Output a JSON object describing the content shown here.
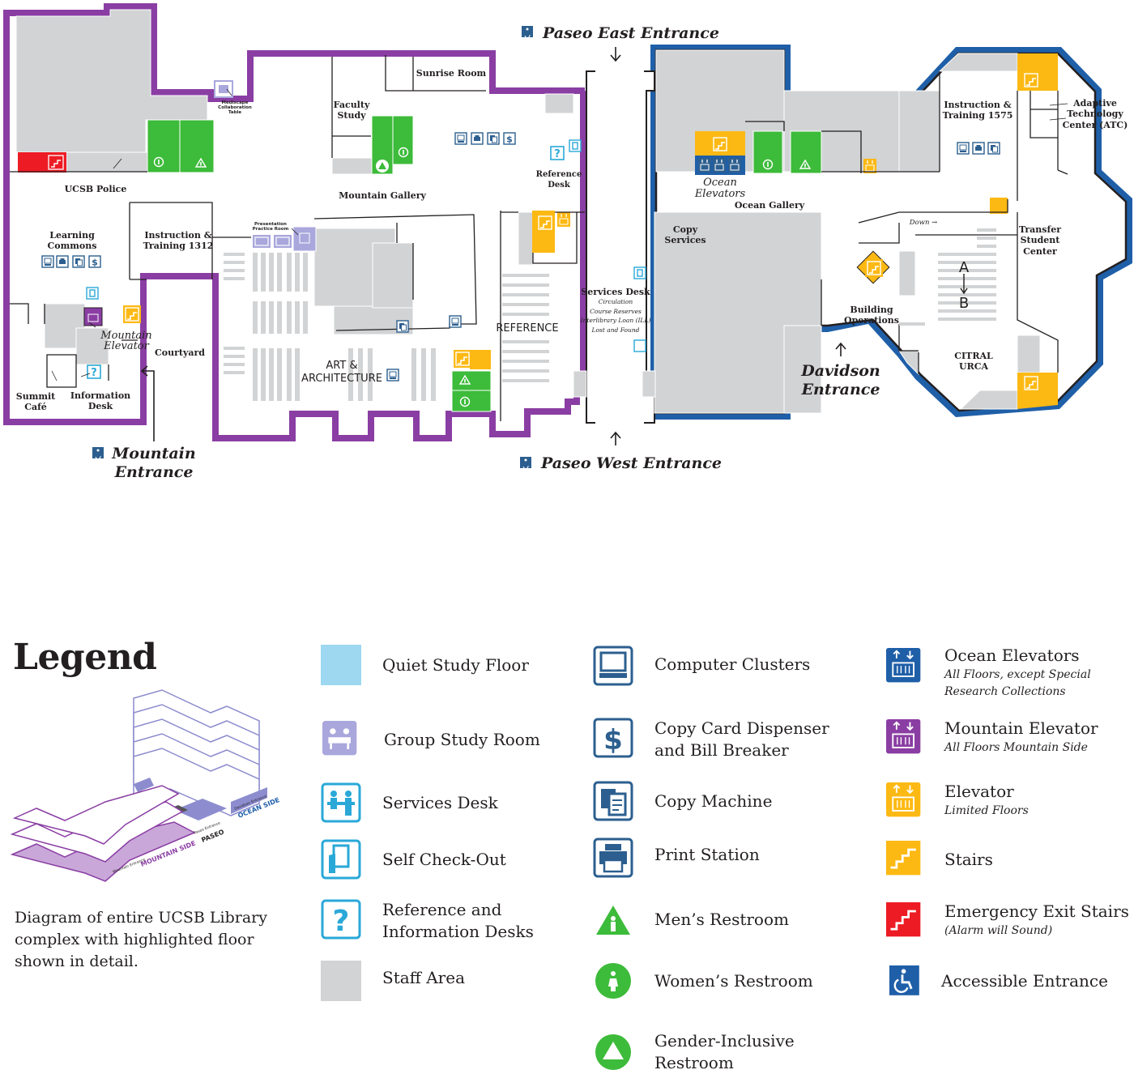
{
  "map": {
    "entrances": {
      "paseo_east": "Paseo East Entrance",
      "paseo_west": "Paseo West Entrance",
      "mountain": [
        "Mountain",
        "Entrance"
      ],
      "davidson": [
        "Davidson",
        "Entrance"
      ]
    },
    "rooms": {
      "ucsb_police": "UCSB Police",
      "learning_commons": [
        "Learning",
        "Commons"
      ],
      "instruction_1312": [
        "Instruction &",
        "Training 1312"
      ],
      "mountain_elevator": [
        "Mountain",
        "Elevator"
      ],
      "courtyard": "Courtyard",
      "summit_cafe": [
        "Summit",
        "Café"
      ],
      "information_desk": [
        "Information",
        "Desk"
      ],
      "mediscape": [
        "Mediscape",
        "Collaboration",
        "Table"
      ],
      "faculty_study": [
        "Faculty",
        "Study"
      ],
      "sunrise_room": "Sunrise Room",
      "mountain_gallery": "Mountain Gallery",
      "presentation_room": [
        "Presentation",
        "Practice Room"
      ],
      "art_architecture": [
        "ART &",
        "ARCHITECTURE"
      ],
      "reference_desk": [
        "Reference",
        "Desk"
      ],
      "reference": "REFERENCE",
      "services_desk": "Services Desk",
      "services_list": [
        "Circulation",
        "Course Reserves",
        "Interlibrary Loan (ILL)",
        "Lost and Found"
      ],
      "ocean_elevators": [
        "Ocean",
        "Elevators"
      ],
      "ocean_gallery": "Ocean Gallery",
      "copy_services": [
        "Copy",
        "Services"
      ],
      "instruction_1575": [
        "Instruction &",
        "Training 1575"
      ],
      "adaptive_tech": [
        "Adaptive",
        "Technology",
        "Center (ATC)"
      ],
      "down": "Down →",
      "building_operations": [
        "Building",
        "Operations"
      ],
      "transfer_center": [
        "Transfer",
        "Student",
        "Center"
      ],
      "stair_a": "A",
      "stair_b": "B",
      "citral": [
        "CITRAL",
        "URCA"
      ]
    }
  },
  "legend": {
    "title": "Legend",
    "description": "Diagram of entire UCSB Library complex with highlighted floor shown in detail.",
    "diagram_labels": {
      "mountain_side": "MOUNTAIN SIDE",
      "ocean_side": "OCEAN SIDE",
      "paseo": "PASEO",
      "mountain_entrance": "Mountain Entrance",
      "davidson_entrance": "Davidson Entrance",
      "paseo_entrance": "Paseo Entrance"
    },
    "col1": [
      {
        "icon": "quiet-study-swatch",
        "label": "Quiet Study Floor"
      },
      {
        "icon": "group-study-icon",
        "label": "Group Study Room"
      },
      {
        "icon": "services-desk-icon",
        "label": "Services Desk"
      },
      {
        "icon": "self-checkout-icon",
        "label": "Self Check-Out"
      },
      {
        "icon": "question-icon",
        "label": [
          "Reference and",
          "Information Desks"
        ]
      },
      {
        "icon": "staff-area-swatch",
        "label": "Staff Area"
      }
    ],
    "col2": [
      {
        "icon": "computer-icon",
        "label": "Computer Clusters"
      },
      {
        "icon": "dollar-icon",
        "label": [
          "Copy Card Dispenser",
          "and Bill Breaker"
        ]
      },
      {
        "icon": "copy-machine-icon",
        "label": "Copy Machine"
      },
      {
        "icon": "printer-icon",
        "label": "Print Station"
      },
      {
        "icon": "mens-restroom-icon",
        "label": "Men’s Restroom"
      },
      {
        "icon": "womens-restroom-icon",
        "label": "Women’s Restroom"
      },
      {
        "icon": "gender-inclusive-icon",
        "label": [
          "Gender-Inclusive",
          "Restroom"
        ]
      }
    ],
    "col3": [
      {
        "icon": "ocean-elevator-icon",
        "label": "Ocean Elevators",
        "sub": [
          "All Floors, except Special",
          "Research Collections"
        ]
      },
      {
        "icon": "mountain-elevator-icon",
        "label": "Mountain Elevator",
        "sub": [
          "All Floors Mountain Side"
        ]
      },
      {
        "icon": "elevator-icon",
        "label": "Elevator",
        "sub": [
          "Limited Floors"
        ]
      },
      {
        "icon": "stairs-icon",
        "label": "Stairs"
      },
      {
        "icon": "emergency-stairs-icon",
        "label": "Emergency Exit Stairs",
        "sub": [
          "(Alarm will Sound)"
        ]
      },
      {
        "icon": "accessible-icon",
        "label": "Accessible Entrance"
      }
    ]
  },
  "colors": {
    "mountain_purple": "#8a3ea3",
    "ocean_blue": "#1f5fa8",
    "staff_gray": "#d1d3d4",
    "restroom_green": "#3dbb3a",
    "stairs_yellow": "#fdb913",
    "emergency_red": "#ed1c24",
    "group_study": "#a9a7dc",
    "quiet_study": "#9dd8f0",
    "icon_navy": "#2c5f8f",
    "icon_cyan": "#2aa8d8"
  }
}
